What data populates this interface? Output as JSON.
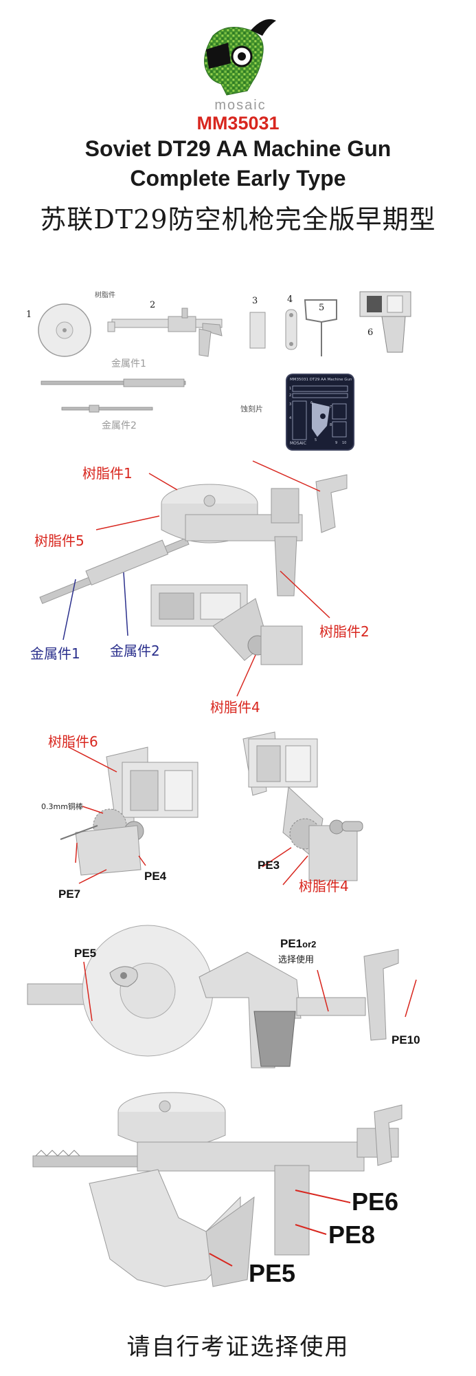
{
  "header": {
    "brand": "mosaic",
    "code": "MM35031",
    "title_line1": "Soviet DT29 AA Machine Gun",
    "title_line2": "Complete Early Type",
    "title_cn": "苏联DT29防空机枪完全版早期型"
  },
  "parts": {
    "resin_header": "树脂件",
    "numbers": [
      "1",
      "2",
      "3",
      "4",
      "5",
      "6"
    ],
    "metal_1": "金属件1",
    "metal_2": "金属件2",
    "pe_label": "蚀刻片",
    "pe_sheet_title": "MM35031  DT29  AA Machine Gun",
    "pe_sheet_brand": "MOSAIC",
    "pe_sheet_nums": [
      "1",
      "2",
      "3",
      "4",
      "5",
      "6",
      "7",
      "8",
      "9",
      "10"
    ]
  },
  "assembly1": {
    "resin1": "树脂件1",
    "resin5": "树脂件5",
    "metal1": "金属件1",
    "metal2": "金属件2",
    "resin2": "树脂件2",
    "resin4": "树脂件4"
  },
  "assembly2": {
    "resin6": "树脂件6",
    "rod": "0.3mm铜棒",
    "pe4": "PE4",
    "pe7": "PE7",
    "pe3": "PE3",
    "resin4": "树脂件4"
  },
  "assembly3": {
    "pe5": "PE5",
    "pe1or2_a": "PE1",
    "pe1or2_b": "or2",
    "pe1or2_note": "选择使用",
    "pe10": "PE10"
  },
  "assembly4": {
    "pe6": "PE6",
    "pe8": "PE8",
    "pe5": "PE5"
  },
  "footer": {
    "note": "请自行考证选择使用"
  },
  "colors": {
    "accent_red": "#d8261e",
    "accent_blue": "#2a2f8c",
    "logo_green": "#5aa832"
  }
}
